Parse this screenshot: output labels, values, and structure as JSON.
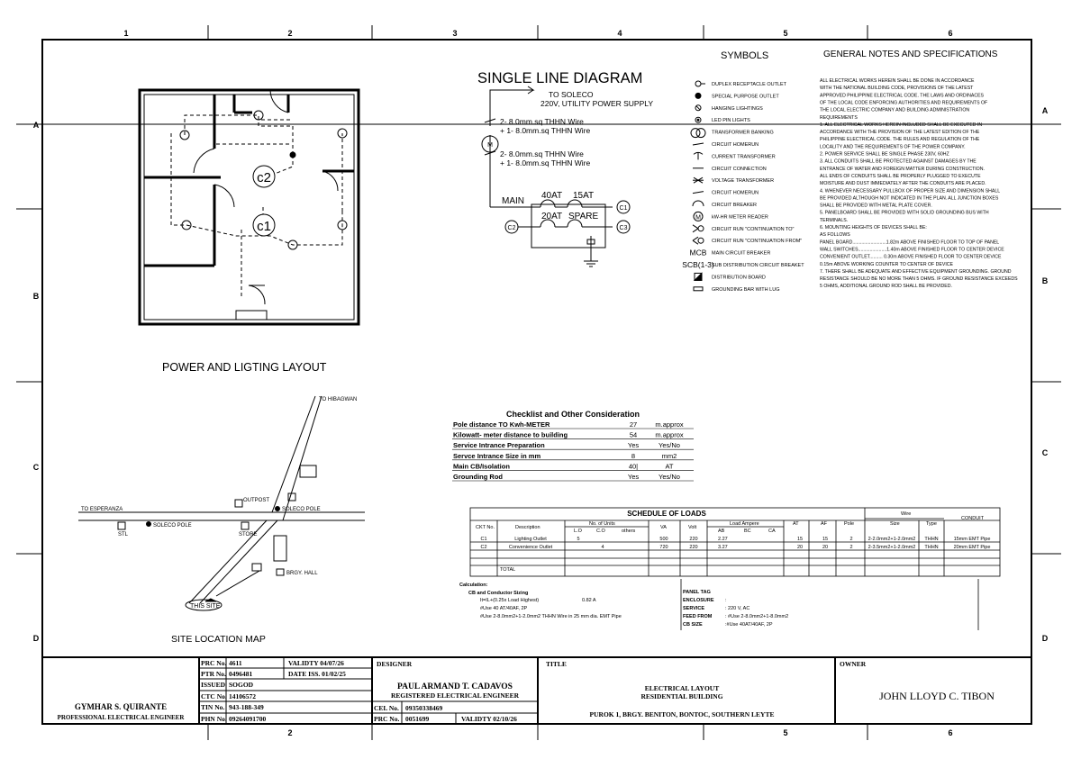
{
  "sheet": {
    "columns": [
      "1",
      "2",
      "3",
      "4",
      "5",
      "6"
    ],
    "rows": [
      "A",
      "B",
      "C",
      "D"
    ]
  },
  "layout_title": "POWER AND LIGTING LAYOUT",
  "layout_labels": [
    "c2",
    "c1"
  ],
  "single_line": {
    "title": "SINGLE LINE DIAGRAM",
    "to_soleco": "TO SOLECO",
    "utility": "220V, UTILITY POWER SUPPLY",
    "wire1a": "2- 8.0mm.sq THHN Wire",
    "wire1b": "+ 1- 8.0mm.sq THHN Wire",
    "wire2a": "2- 8.0mm.sq THHN Wire",
    "wire2b": "+ 1- 8.0mm.sq THHN Wire",
    "meter": "M",
    "main": "MAIN",
    "b40": "40AT",
    "b15": "15AT",
    "b20": "20AT",
    "spare": "SPARE",
    "c1": "C1",
    "c2": "C2",
    "c3": "C3"
  },
  "symbols": {
    "title": "SYMBOLS",
    "items": [
      {
        "sym": "",
        "label": "DUPLEX RECEPTACLE OUTLET"
      },
      {
        "sym": "",
        "label": "SPECIAL PURPOSE OUTLET"
      },
      {
        "sym": "",
        "label": "HANGING LIGHTINGS"
      },
      {
        "sym": "",
        "label": "LED PIN LIGHTS"
      },
      {
        "sym": "",
        "label": "TRANSFORMER BANKING"
      },
      {
        "sym": "",
        "label": "CIRCUIT HOMERUN"
      },
      {
        "sym": "",
        "label": "CURRENT TRANSFORMER"
      },
      {
        "sym": "",
        "label": "CIRCUIT CONNECTION"
      },
      {
        "sym": "",
        "label": "VOLTAGE TRANSFORMER"
      },
      {
        "sym": "",
        "label": "CIRCUIT HOMERUN"
      },
      {
        "sym": "",
        "label": "CIRCUIT BREAKER"
      },
      {
        "sym": "M",
        "label": "kW-HR METER READER"
      },
      {
        "sym": "",
        "label": "CIRCUIT RUN \"CONTINUATION TO\""
      },
      {
        "sym": "",
        "label": "CIRCUIT RUN \"CONTINUATION FROM\""
      },
      {
        "sym": "MCB",
        "label": "MAIN CIRCUIT BREAKER"
      },
      {
        "sym": "SCB(1-3)",
        "label": "SUB DISTRIBUTION CIRCUIT BREAKET"
      },
      {
        "sym": "",
        "label": "DISTRIBUTION BOARD"
      },
      {
        "sym": "",
        "label": "GROUNDING BAR WITH LUG"
      }
    ]
  },
  "notes": {
    "title": "GENERAL NOTES AND SPECIFICATIONS",
    "lines": [
      "ALL ELECTRICAL WORKS HEREIN SHALL BE DONE IN ACCORDANCE",
      "WITH THE NATIONAL BUILDING CODE, PROVISIONS OF THE LATEST",
      "APPROVED PHILIPPINE ELECTRICAL CODE. THE LAWS AND ORDINACES",
      "OF THE LOCAL CODE ENFORCING AUTHORITIES AND REQUIREMENTS OF",
      "THE LOCAL ELECTRIC COMPANY AND BUILDING ADMINISTRATION",
      "REQUIREMENTS",
      "1. ALL ELECTRICAL WORKS HEREIN INCLUDED SHALL BE EXECUTED IN",
      "    ACCORDANCE WITH THE PROVISION OF THE LATEST EDITION OF THE",
      "    PHILIPPINE ELECTRICAL CODE. THE RULES AND REGULATION OF THE",
      "    LOCALITY AND THE REQUIREMENTS OF THE POWER COMPANY.",
      "2. POWER SERVICE SHALL BE SINGLE PHASE  230V, 60HZ",
      "3. ALL CONDUITS SHALL BE PROTECTED AGAINST DAMAGES BY THE",
      "    ENTRANCE OF WATER AND FOREIGN MATTER DURING CONSTRUCTION.",
      "    ALL ENDS OF CONDUITS SHALL BE PROPERLY PLUGGED TO EXECUTE",
      "    MOISTURE AND DUST IMMEDIATELY AFTER THE CONDUITS ARE PLACED.",
      "4. WHENEVER NECESSARY PULLBOX OF PROPER SIZE AND DIMENSION SHALL",
      "    BE PROVIDED ALTHOUGH NOT INDICATED IN THE PLAN. ALL JUNCTION BOXES",
      "    SHALL BE PROVIDED WITH METAL PLATE COVER.",
      "5. PANELBOARD SHALL BE PROVIDED WITH SOLID GROUNDING BUS WITH",
      "    TERMINALS.",
      "6. MOUNTING HEIGHTS OF DEVICES SHALL BE:",
      "    AS FOLLOWS",
      "    PANEL BOARD..........................1.82m ABOVE FINISHED FLOOR TO TOP OF PANEL",
      "    WALL SWITCHES......................1.40m ABOVE FINISHED FLOOR TO CENTER DEVICE",
      "    CONVENIENT OUTLET.......... 0.30m ABOVE FINISHED FLOOR TO CENTER DEVICE",
      "                                                 0.15m ABOVE WORKING COUNTER TO CENTER OF DEVICE",
      "7. THERE SHALL BE ADEQUATE AND EFFECTIVE EQUIPMENT GROUNDING. GROUND",
      "    RESISTANCE SHOULD BE NO MORE THAN 5 OHMS. IF GROUND RESISTANCE EXCEEDS",
      "    5 OHMS, ADDITIONAL GROUND ROD SHALL BE PROVIDED."
    ]
  },
  "site_map": {
    "title": "SITE LOCATION MAP",
    "hibagwan": "TO HIBAGWAN",
    "esperanza": "TO ESPERANZA",
    "outpost": "OUTPOST",
    "soleco_pole_r": "SOLECO POLE",
    "soleco_pole_l": "SOLECO POLE",
    "stl": "STL",
    "store": "STORE",
    "brgy_hall": "BRGY. HALL",
    "this_site": "THIS SITE"
  },
  "checklist": {
    "title": "Checklist and Other Consideration",
    "rows": [
      [
        "Pole distance TO Kwh-METER",
        "27",
        "m.approx"
      ],
      [
        "Kilowatt- meter distance to building",
        "54",
        "m.approx"
      ],
      [
        "Service Intrance Preparation",
        "Yes",
        "Yes/No"
      ],
      [
        "Servce Intrance Size in mm",
        "8",
        "mm2"
      ],
      [
        "Main CB/Isolation",
        "40|",
        "AT"
      ],
      [
        "Grounding Rod",
        "Yes",
        "Yes/No"
      ]
    ]
  },
  "schedule": {
    "title": "SCHEDULE OF LOADS",
    "headers": {
      "ckt": "CKT No.",
      "desc": "Description",
      "units": "No. of Units",
      "lo": "L.O",
      "co": "C.O",
      "others": "others",
      "va": "VA",
      "volt": "Volt",
      "load": "Load Ampere",
      "ab": "AB",
      "bc": "BC",
      "ca": "CA",
      "at": "AT",
      "af": "AF",
      "pole": "Pole",
      "wire": "Wire",
      "size": "Size",
      "type": "Type",
      "conduit": "CONDUIT"
    },
    "rows": [
      [
        "C1",
        "Lighting Outlet",
        "5",
        "",
        "",
        "500",
        "220",
        "2.27",
        "",
        "",
        "15",
        "15",
        "2",
        "2-2.0mm2+1-2.0mm2",
        "THHN",
        "15mm EMT Pipe"
      ],
      [
        "C2",
        "Convenience Outlet",
        "",
        "4",
        "",
        "720",
        "220",
        "3.27",
        "",
        "",
        "20",
        "20",
        "2",
        "2-3.5mm2+1-2.0mm2",
        "THHN",
        "20mm EMT Pipe"
      ]
    ],
    "total": "TOTAL"
  },
  "calculation": {
    "title": "Calculation:",
    "sub": "CB and Conductor Sizing",
    "l1a": "It=IL+(0.25x Load Highest)",
    "l1b": "0.82 A",
    "l2": "#Use 40 AT/40AF, 2P",
    "l3": "#Use 2-8.0mm2+1-2.0mm2 THHN Wire in 25 mm dia. EMT Pipe"
  },
  "panel": {
    "title": "PANEL TAG",
    "rows": [
      [
        "ENCLOSURE",
        ":"
      ],
      [
        "SERVICE",
        ": 220 V, AC"
      ],
      [
        "FEED FROM",
        ": #Use 2-8.0mm2+1-8.0mm2"
      ],
      [
        "CB SIZE",
        ":#Use 40AT/40AF, 2P"
      ]
    ]
  },
  "title_block": {
    "engineer_name": "GYMHAR S. QUIRANTE",
    "engineer_title": "PROFESSIONAL ELECTRICAL ENGINEER",
    "prc_label": "PRC No.",
    "prc_val": "4611",
    "validity_label": "VALIDTY 04/07/26",
    "ptr_label": "PTR No.",
    "ptr_val": "0496481",
    "date_label": "DATE ISS. 01/02/25",
    "issued_label": "ISSUED",
    "issued_val": "SOGOD",
    "ctc_label": "CTC No.",
    "ctc_val": "14106572",
    "tin_label": "TIN No.",
    "tin_val": "943-188-349",
    "phn_label": "PHN No.",
    "phn_val": "09264091700",
    "designer_label": "DESIGNER",
    "designer_name": "PAUL ARMAND T. CADAVOS",
    "designer_title": "REGISTERED ELECTRICAL ENGINEER",
    "cel_label": "CEL No.",
    "cel_val": "09350338469",
    "dprc_label": "PRC No.",
    "dprc_val": "0051699",
    "dvalidity": "VALIDTY 02/10/26",
    "title_label": "TITLE",
    "title1": "ELECTRICAL LAYOUT",
    "title2": "RESIDENTIAL BUILDING",
    "address": "PUROK 1, BRGY. BENITON, BONTOC, SOUTHERN LEYTE",
    "owner_label": "OWNER",
    "owner_name": "JOHN LLOYD C. TIBON"
  }
}
